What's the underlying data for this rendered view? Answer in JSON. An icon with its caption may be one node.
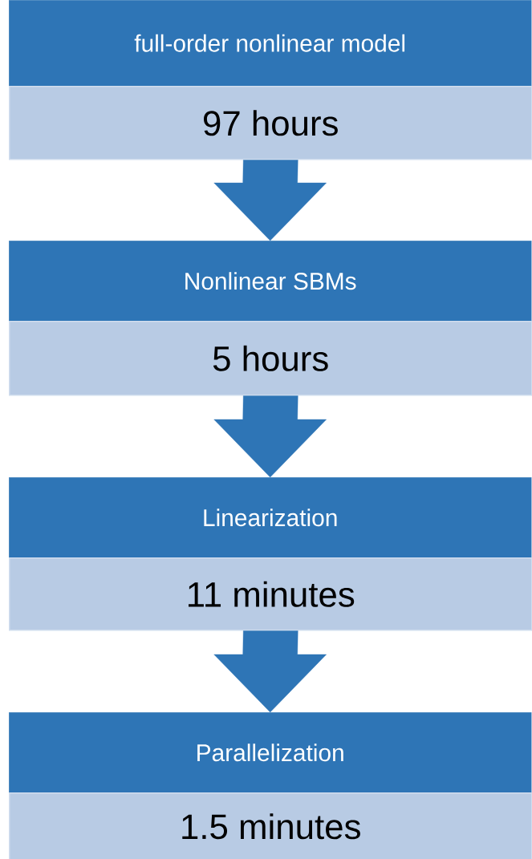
{
  "diagram": {
    "nodes": [
      {
        "text": [
          "full-order nonlinear model"
        ]
      },
      {
        "text": [
          "97 hours"
        ]
      },
      {
        "text": [
          "Nonlinear SBMs"
        ]
      },
      {
        "text": [
          "5 hours"
        ]
      },
      {
        "text": [
          "Linearization"
        ]
      },
      {
        "text": [
          "11 minutes"
        ]
      },
      {
        "text": [
          "Parallelization"
        ]
      },
      {
        "text": [
          "1.5 minutes"
        ]
      }
    ],
    "edges": [
      {
        "from": 1,
        "to": 2,
        "arrow": "to"
      },
      {
        "from": 3,
        "to": 4,
        "arrow": "to"
      },
      {
        "from": 5,
        "to": 6,
        "arrow": "to"
      }
    ]
  }
}
